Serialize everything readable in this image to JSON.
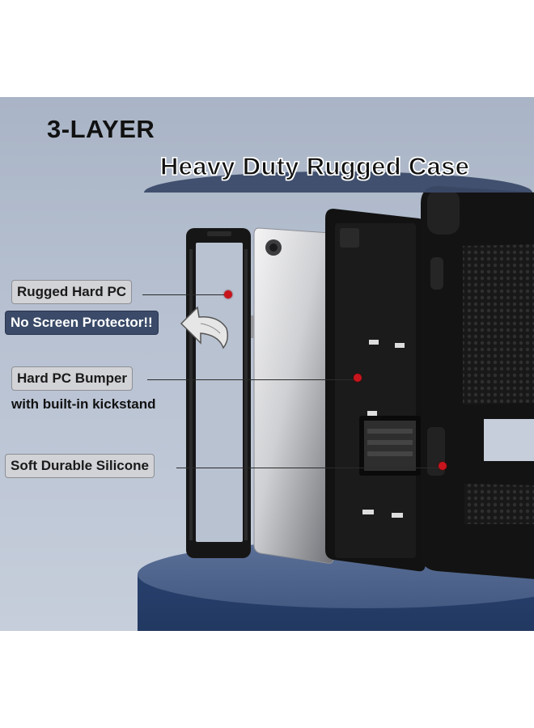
{
  "header": {
    "title": "3-LAYER",
    "subtitle": "Heavy Duty Rugged Case"
  },
  "callouts": {
    "rugged_hard_pc": "Rugged Hard PC",
    "no_screen_protector": "No Screen Protector!!",
    "hard_pc_bumper": "Hard PC Bumper",
    "kickstand_note": "with built-in kickstand",
    "soft_durable_silicone": "Soft Durable Silicone"
  },
  "icons": {
    "arrow": "curved-arrow-icon",
    "marker": "red-dot-marker"
  },
  "colors": {
    "background": "#b4bfcf",
    "marker": "#c8141c",
    "accent_navy": "#3a4a68",
    "label_fill": "#d2d3d7"
  }
}
